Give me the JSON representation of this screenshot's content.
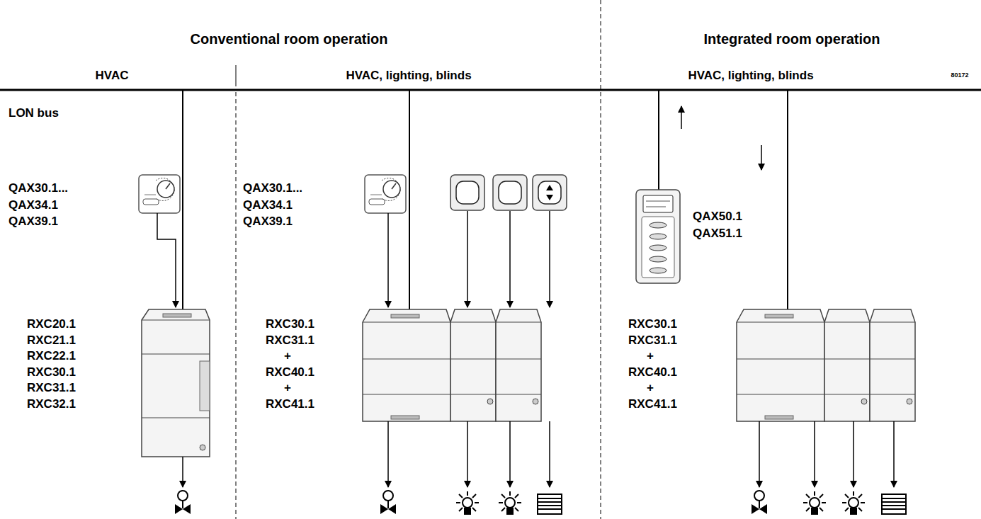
{
  "diagram": {
    "labels": [
      "Conventional room operation",
      "Integrated room operation",
      "HVAC",
      "HVAC, lighting, blinds",
      "HVAC, lighting, blinds",
      "80172",
      "LON bus",
      "QAX30.1...",
      "QAX34.1",
      "QAX39.1",
      "RXC20.1",
      "RXC21.1",
      "RXC22.1",
      "RXC30.1",
      "RXC31.1",
      "RXC32.1",
      "QAX30.1...",
      "QAX34.1",
      "QAX39.1",
      "RXC30.1",
      "RXC31.1",
      "+",
      "RXC40.1",
      "+",
      "RXC41.1",
      "QAX50.1",
      "QAX51.1",
      "RXC30.1",
      "RXC31.1",
      "+",
      "RXC40.1",
      "+",
      "RXC41.1"
    ]
  }
}
